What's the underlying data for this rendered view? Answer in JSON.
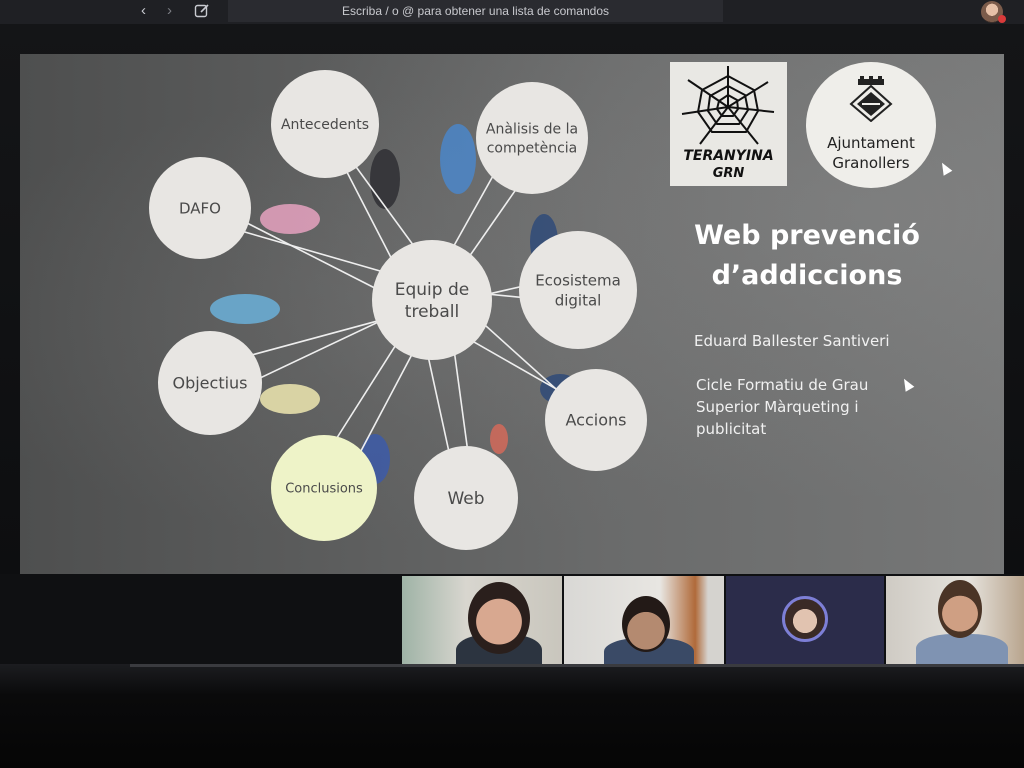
{
  "toolbar": {
    "back_icon": "chevron-left-icon",
    "forward_icon": "chevron-right-icon",
    "compose_icon": "compose-icon",
    "command_placeholder": "Escriba / o @ para obtener una lista de comandos"
  },
  "slide": {
    "diagram": {
      "center": "Equip de treball",
      "nodes": [
        {
          "id": "antecedents",
          "label": "Antecedents"
        },
        {
          "id": "analisi",
          "label": "Anàlisis de la competència"
        },
        {
          "id": "dafo",
          "label": "DAFO"
        },
        {
          "id": "ecosistema",
          "label": "Ecosistema digital"
        },
        {
          "id": "objectius",
          "label": "Objectius"
        },
        {
          "id": "accions",
          "label": "Accions"
        },
        {
          "id": "conclusions",
          "label": "Conclusions"
        },
        {
          "id": "web",
          "label": "Web"
        }
      ]
    },
    "logo_left": {
      "line1": "TERANYINA",
      "line2": "GRN"
    },
    "logo_right": {
      "line1": "Ajuntament",
      "line2": "Granollers"
    },
    "title_line1": "Web prevenció",
    "title_line2": "d’addiccions",
    "presenter": "Eduard Ballester Santiveri",
    "course_line1": "Cicle Formatiu de Grau",
    "course_line2": "Superior Màrqueting i",
    "course_line3": "publicitat"
  },
  "colors": {
    "bubble": "#e8e6e3",
    "bubble_highlight": "#eef3c8",
    "slide_bg": "#5d5e5e",
    "title": "#ffffff"
  }
}
